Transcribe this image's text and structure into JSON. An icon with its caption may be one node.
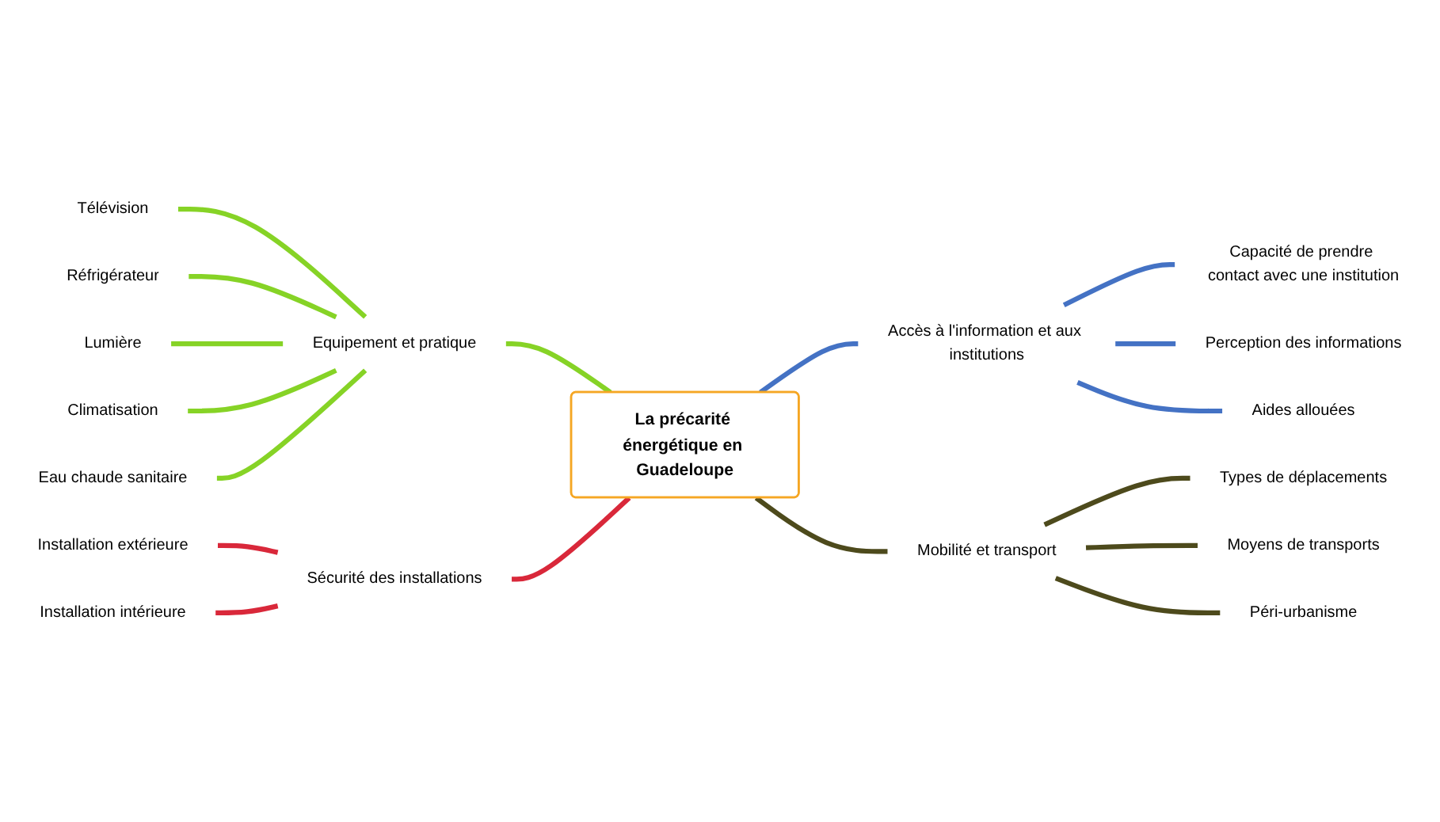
{
  "diagram": {
    "nodes": [
      {
        "text": [
          "La précarité énergétique en Guadeloupe"
        ]
      },
      {
        "text": [
          "Equipement et pratique"
        ]
      },
      {
        "text": [
          "Télévision"
        ]
      },
      {
        "text": [
          "Réfrigérateur"
        ]
      },
      {
        "text": [
          "Lumière"
        ]
      },
      {
        "text": [
          "Climatisation"
        ]
      },
      {
        "text": [
          "Eau chaude sanitaire"
        ]
      },
      {
        "text": [
          "Accès à l'information et aux institutions"
        ]
      },
      {
        "text": [
          "Capacité de prendre contact avec une institution"
        ]
      },
      {
        "text": [
          "Perception des informations"
        ]
      },
      {
        "text": [
          "Aides allouées"
        ]
      },
      {
        "text": [
          "Sécurité des installations"
        ]
      },
      {
        "text": [
          "Installation extérieure"
        ]
      },
      {
        "text": [
          "Installation intérieure"
        ]
      },
      {
        "text": [
          "Mobilité et transport"
        ]
      },
      {
        "text": [
          "Types de déplacements"
        ]
      },
      {
        "text": [
          "Moyens de transports"
        ]
      },
      {
        "text": [
          "Péri-urbanisme"
        ]
      }
    ],
    "edges": [
      {
        "from": 1,
        "to": 0,
        "arrow": "none",
        "color": "#86d326"
      },
      {
        "from": 2,
        "to": 1,
        "arrow": "none",
        "color": "#86d326"
      },
      {
        "from": 3,
        "to": 1,
        "arrow": "none",
        "color": "#86d326"
      },
      {
        "from": 4,
        "to": 1,
        "arrow": "none",
        "color": "#86d326"
      },
      {
        "from": 5,
        "to": 1,
        "arrow": "none",
        "color": "#86d326"
      },
      {
        "from": 6,
        "to": 1,
        "arrow": "none",
        "color": "#86d326"
      },
      {
        "from": 0,
        "to": 7,
        "arrow": "none",
        "color": "#4472c4"
      },
      {
        "from": 7,
        "to": 8,
        "arrow": "none",
        "color": "#4472c4"
      },
      {
        "from": 7,
        "to": 9,
        "arrow": "none",
        "color": "#4472c4"
      },
      {
        "from": 7,
        "to": 10,
        "arrow": "none",
        "color": "#4472c4"
      },
      {
        "from": 11,
        "to": 0,
        "arrow": "none",
        "color": "#d9283a"
      },
      {
        "from": 12,
        "to": 11,
        "arrow": "none",
        "color": "#d9283a"
      },
      {
        "from": 13,
        "to": 11,
        "arrow": "none",
        "color": "#d9283a"
      },
      {
        "from": 0,
        "to": 14,
        "arrow": "none",
        "color": "#4d4a1c"
      },
      {
        "from": 14,
        "to": 15,
        "arrow": "none",
        "color": "#4d4a1c"
      },
      {
        "from": 14,
        "to": 16,
        "arrow": "none",
        "color": "#4d4a1c"
      },
      {
        "from": 14,
        "to": 17,
        "arrow": "none",
        "color": "#4d4a1c"
      }
    ]
  }
}
